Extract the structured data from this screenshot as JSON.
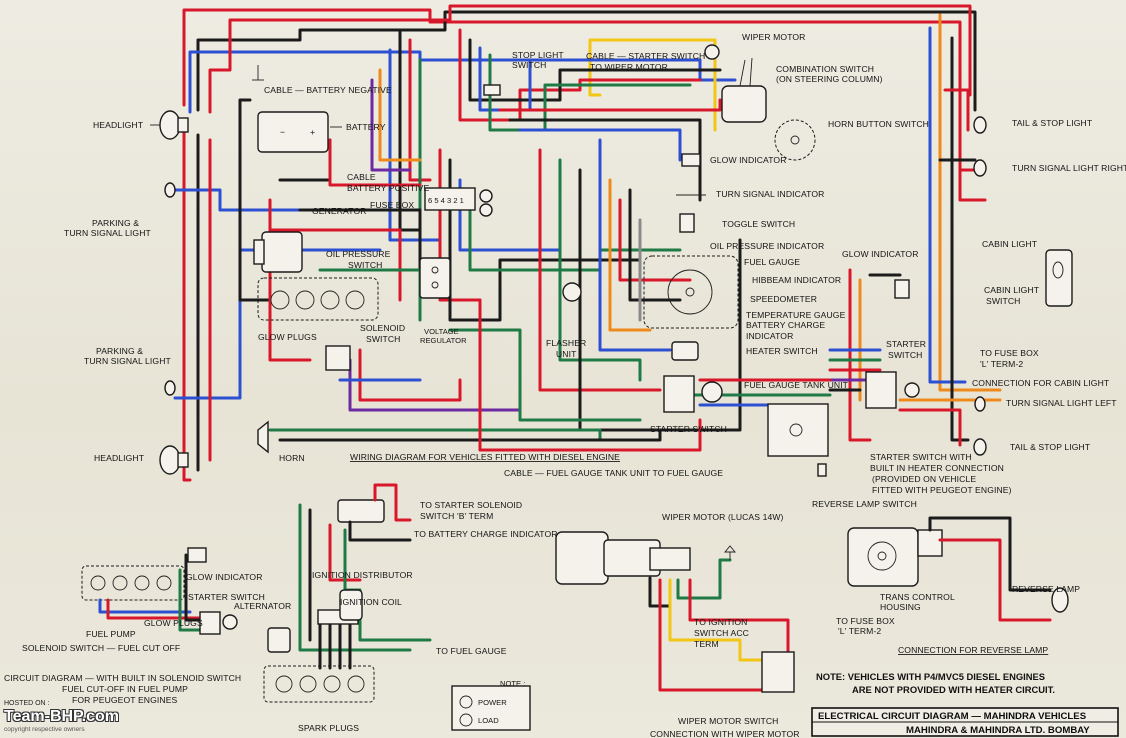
{
  "labels": {
    "cable_battery_negative": "CABLE — BATTERY NEGATIVE",
    "battery": "BATTERY",
    "headlight_top": "HEADLIGHT",
    "parking_turn_top_1": "PARKING &",
    "parking_turn_top_2": "TURN SIGNAL LIGHT",
    "cable_battery_positive_1": "CABLE",
    "cable_battery_positive_2": "BATTERY POSITIVE",
    "fuse_box": "FUSE BOX",
    "generator": "GENERATOR",
    "oil_pressure_switch_1": "OIL PRESSURE",
    "oil_pressure_switch_2": "SWITCH",
    "glow_plugs": "GLOW PLUGS",
    "solenoid_switch_1": "SOLENOID",
    "solenoid_switch_2": "SWITCH",
    "voltage_regulator_1": "VOLTAGE",
    "voltage_regulator_2": "REGULATOR",
    "parking_turn_bottom_1": "PARKING &",
    "parking_turn_bottom_2": "TURN SIGNAL LIGHT",
    "headlight_bottom": "HEADLIGHT",
    "horn": "HORN",
    "stop_light_switch_1": "STOP LIGHT",
    "stop_light_switch_2": "SWITCH",
    "cable_starter_wiper_1": "CABLE — STARTER SWITCH",
    "cable_starter_wiper_2": "TO WIPER MOTOR",
    "wiper_motor_top": "WIPER MOTOR",
    "combination_switch_1": "COMBINATION SWITCH",
    "combination_switch_2": "(ON STEERING COLUMN)",
    "horn_button_switch": "HORN BUTTON SWITCH",
    "glow_indicator_mid": "GLOW INDICATOR",
    "turn_signal_indicator": "TURN SIGNAL INDICATOR",
    "toggle_switch": "TOGGLE SWITCH",
    "oil_pressure_indicator": "OIL PRESSURE INDICATOR",
    "fuel_gauge": "FUEL GAUGE",
    "hibeam_indicator": "HIBBEAM INDICATOR",
    "speedometer": "SPEEDOMETER",
    "temperature_gauge": "TEMPERATURE GAUGE",
    "battery_charge_indicator_1": "BATTERY CHARGE",
    "battery_charge_indicator_2": "INDICATOR",
    "heater_switch": "HEATER SWITCH",
    "flasher_unit_1": "FLASHER",
    "flasher_unit_2": "UNIT",
    "fuel_gauge_tank_unit": "FUEL GAUGE TANK UNIT",
    "starter_switch_mid": "STARTER SWITCH",
    "glow_indicator_right": "GLOW INDICATOR",
    "starter_switch_right_1": "STARTER",
    "starter_switch_right_2": "SWITCH",
    "tail_stop_top": "TAIL & STOP LIGHT",
    "turn_signal_right": "TURN SIGNAL LIGHT RIGHT",
    "cabin_light": "CABIN LIGHT",
    "cabin_light_switch_1": "CABIN LIGHT",
    "cabin_light_switch_2": "SWITCH",
    "fuse_box_l_term_1": "TO FUSE BOX",
    "fuse_box_l_term_2": "'L' TERM-2",
    "connection_cabin_light": "CONNECTION FOR CABIN LIGHT",
    "turn_signal_left": "TURN SIGNAL LIGHT LEFT",
    "tail_stop_bottom": "TAIL & STOP LIGHT",
    "starter_heater_1": "STARTER SWITCH WITH",
    "starter_heater_2": "BUILT IN HEATER CONNECTION",
    "starter_heater_3": "(PROVIDED ON VEHICLE",
    "starter_heater_4": "FITTED WITH PEUGEOT ENGINE)",
    "wiring_diagram_title": "WIRING DIAGRAM FOR VEHICLES FITTED WITH DIESEL ENGINE",
    "cable_fuel_gauge": "CABLE — FUEL GAUGE TANK UNIT TO FUEL GAUGE",
    "reverse_lamp_switch": "REVERSE LAMP SWITCH",
    "trans_housing_1": "TRANS CONTROL",
    "trans_housing_2": "HOUSING",
    "reverse_lamp": "REVERSE LAMP",
    "fuse_box_l_term2_1": "TO FUSE BOX",
    "fuse_box_l_term2_2": "'L' TERM-2",
    "connection_reverse_lamp": "CONNECTION FOR REVERSE LAMP",
    "to_starter_solenoid_1": "TO STARTER SOLENOID",
    "to_starter_solenoid_2": "SWITCH 'B' TERM",
    "to_battery_charge": "TO BATTERY CHARGE INDICATOR",
    "ignition_distributor": "IGNITION DISTRIBUTOR",
    "alternator": "ALTERNATOR",
    "ignition_coil": "IGNITION COIL",
    "to_fuel_gauge": "TO FUEL GAUGE",
    "spark_plugs": "SPARK PLUGS",
    "wiper_motor_lucas": "WIPER MOTOR (LUCAS 14W)",
    "to_ignition_1": "TO IGNITION",
    "to_ignition_2": "SWITCH ACC",
    "to_ignition_3": "TERM",
    "wiper_motor_switch": "WIPER MOTOR SWITCH",
    "connection_wiper_motor": "CONNECTION WITH WIPER MOTOR",
    "glow_indicator_bl": "GLOW INDICATOR",
    "starter_switch_bl": "STARTER SWITCH",
    "glow_plugs_bl": "GLOW PLUGS",
    "fuel_pump": "FUEL PUMP",
    "solenoid_fuel_cut": "SOLENOID SWITCH — FUEL CUT OFF",
    "circuit_caption_1": "CIRCUIT DIAGRAM — WITH BUILT IN SOLENOID SWITCH",
    "circuit_caption_2": "FUEL CUT-OFF IN FUEL PUMP",
    "circuit_caption_3": "FOR PEUGEOT ENGINES",
    "note_heading": "NOTE :",
    "note_power": "POWER",
    "note_load": "LOAD",
    "note_text_1": "NOTE: VEHICLES WITH P4/MVC5 DIESEL ENGINES",
    "note_text_2": "ARE NOT PROVIDED WITH HEATER CIRCUIT.",
    "title_1": "ELECTRICAL CIRCUIT DIAGRAM — MAHINDRA VEHICLES",
    "title_2": "MAHINDRA & MAHINDRA LTD. BOMBAY"
  },
  "watermark": {
    "hosted_on": "HOSTED ON :",
    "brand": "Team-BHP.com",
    "copyright": "copyright respective owners"
  },
  "colors": {
    "red": "#d8182a",
    "black": "#1b1b1b",
    "blue": "#2d4fd1",
    "green": "#1f7a45",
    "yellow": "#f2c614",
    "orange": "#ee8a1c",
    "purple": "#6d2aa0",
    "grey": "#8a8a8a"
  }
}
